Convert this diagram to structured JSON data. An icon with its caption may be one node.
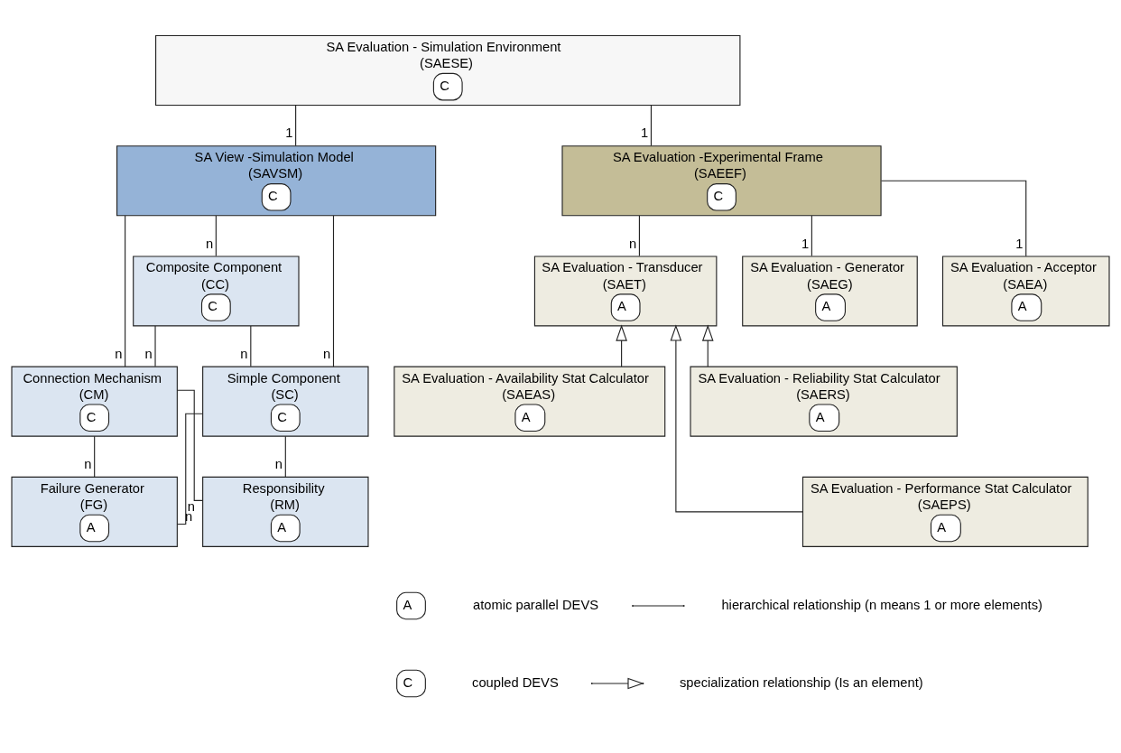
{
  "diagram": {
    "nodes": [
      {
        "text": [
          "SA Evaluation - Simulation Environment",
          "(SAESE)",
          "C"
        ]
      },
      {
        "text": [
          "SA View -Simulation Model",
          "(SAVSM)",
          "C"
        ]
      },
      {
        "text": [
          "SA Evaluation -Experimental Frame",
          "(SAEEF)",
          "C"
        ]
      },
      {
        "text": [
          "Composite Component",
          "(CC)",
          "C"
        ]
      },
      {
        "text": [
          "Connection Mechanism",
          "(CM)",
          "C"
        ]
      },
      {
        "text": [
          "Simple Component",
          "(SC)",
          "C"
        ]
      },
      {
        "text": [
          "Responsibility",
          "(RM)",
          "A"
        ]
      },
      {
        "text": [
          "Failure Generator",
          "(FG)",
          "A"
        ]
      },
      {
        "text": [
          "SA Evaluation - Generator",
          "(SAEG)",
          "A"
        ]
      },
      {
        "text": [
          "SA Evaluation - Transducer",
          "(SAET)",
          "A"
        ]
      },
      {
        "text": [
          "SA Evaluation - Acceptor",
          "(SAEA)",
          "A"
        ]
      },
      {
        "text": [
          "SA Evaluation - Performance Stat Calculator",
          "(SAEPS)",
          "A"
        ]
      },
      {
        "text": [
          "SA Evaluation - Reliability Stat Calculator",
          "(SAERS)",
          "A"
        ]
      },
      {
        "text": [
          "SA Evaluation - Availability Stat Calculator",
          "(SAEAS)",
          "A"
        ]
      }
    ],
    "edges": [
      {
        "from": 0,
        "to": 1,
        "arrow": "none",
        "label": "1"
      },
      {
        "from": 0,
        "to": 2,
        "arrow": "none",
        "label": "1"
      },
      {
        "from": 1,
        "to": 3,
        "arrow": "none",
        "label": "n"
      },
      {
        "from": 1,
        "to": 4,
        "arrow": "none",
        "label": "n"
      },
      {
        "from": 1,
        "to": 5,
        "arrow": "none",
        "label": "n"
      },
      {
        "from": 3,
        "to": 4,
        "arrow": "none",
        "label": "n"
      },
      {
        "from": 3,
        "to": 5,
        "arrow": "none",
        "label": "n"
      },
      {
        "from": 4,
        "to": 6,
        "arrow": "none",
        "label": "n"
      },
      {
        "from": 4,
        "to": 7,
        "arrow": "none",
        "label": "n"
      },
      {
        "from": 5,
        "to": 6,
        "arrow": "none",
        "label": "n"
      },
      {
        "from": 5,
        "to": 7,
        "arrow": "none",
        "label": "n"
      },
      {
        "from": 2,
        "to": 8,
        "arrow": "none",
        "label": "1"
      },
      {
        "from": 2,
        "to": 9,
        "arrow": "none",
        "label": "n"
      },
      {
        "from": 2,
        "to": 10,
        "arrow": "none",
        "label": "1"
      },
      {
        "from": 11,
        "to": 9,
        "arrow": "to"
      },
      {
        "from": 12,
        "to": 9,
        "arrow": "to"
      },
      {
        "from": 13,
        "to": 9,
        "arrow": "to"
      }
    ],
    "labels": [
      "A",
      "C"
    ],
    "legend": [
      {
        "text": "atomic parallel DEVS"
      },
      {
        "text": "coupled DEVS"
      },
      {
        "text": "hierarchical relationship (n means 1 or more elements)"
      },
      {
        "text": "specialization relationship (Is an element)"
      }
    ]
  }
}
